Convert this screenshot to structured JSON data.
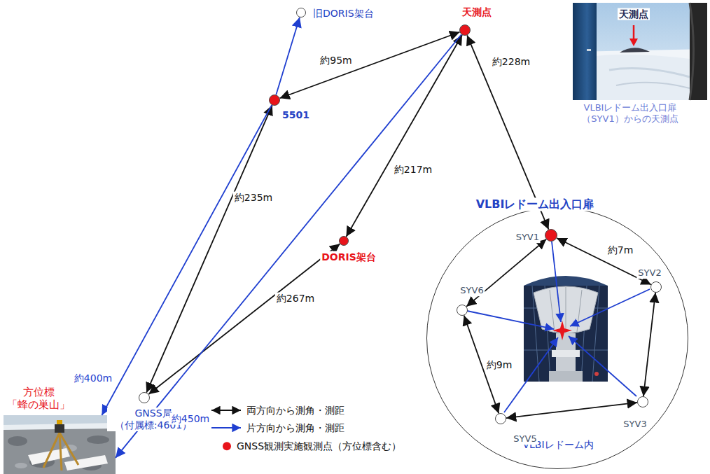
{
  "diagram": {
    "nodes": [
      {
        "text": [
          "旧DORIS架台"
        ]
      },
      {
        "text": [
          "天測点"
        ]
      },
      {
        "text": [
          "5501"
        ]
      },
      {
        "text": [
          "DORIS架台"
        ]
      },
      {
        "text": [
          "GNSS局 （付属標:4601）"
        ]
      },
      {
        "text": [
          "方位標 「蜂の巣山」"
        ]
      },
      {
        "text": [
          "VLBIレドーム内"
        ]
      },
      {
        "text": [
          "VLBIレドーム出入口扉",
          "SYV1"
        ],
        "in": 6
      },
      {
        "text": [
          "SYV2"
        ],
        "in": 6
      },
      {
        "text": [
          "SYV3"
        ],
        "in": 6
      },
      {
        "text": [
          "SYV5"
        ],
        "in": 6
      },
      {
        "text": [
          "SYV6"
        ],
        "in": 6
      }
    ],
    "edges": [
      {
        "from": 2,
        "to": 1,
        "label": "約95m",
        "arrow": "both"
      },
      {
        "from": 1,
        "to": 3,
        "label": "約217m",
        "arrow": "both"
      },
      {
        "from": 1,
        "to": 7,
        "label": "約228m",
        "arrow": "both"
      },
      {
        "from": 2,
        "to": 4,
        "label": "約235m",
        "arrow": "both"
      },
      {
        "from": 4,
        "to": 3,
        "label": "約267m",
        "arrow": "both"
      },
      {
        "from": 2,
        "to": 0,
        "arrow": "to"
      },
      {
        "from": 2,
        "to": 5,
        "label": "約400m",
        "arrow": "to"
      },
      {
        "from": 1,
        "to": 5,
        "label": "約450m",
        "arrow": "to"
      },
      {
        "from": 7,
        "to": 8,
        "label": "約7m",
        "arrow": "both"
      },
      {
        "from": 8,
        "to": 9,
        "arrow": "both"
      },
      {
        "from": 9,
        "to": 10,
        "arrow": "both"
      },
      {
        "from": 10,
        "to": 11,
        "label": "約9m",
        "arrow": "both"
      },
      {
        "from": 11,
        "to": 7,
        "arrow": "both"
      }
    ],
    "labels": [
      "天測点",
      "VLBIレドーム出入口扉 （SYV1）からの天測点"
    ],
    "legend": [
      {
        "text": "両方向から測角・測距"
      },
      {
        "text": "片方向から測角・測距"
      },
      {
        "text": "GNSS観測実施観測点（方位標含む）",
        "color": "#e8141b"
      }
    ]
  }
}
